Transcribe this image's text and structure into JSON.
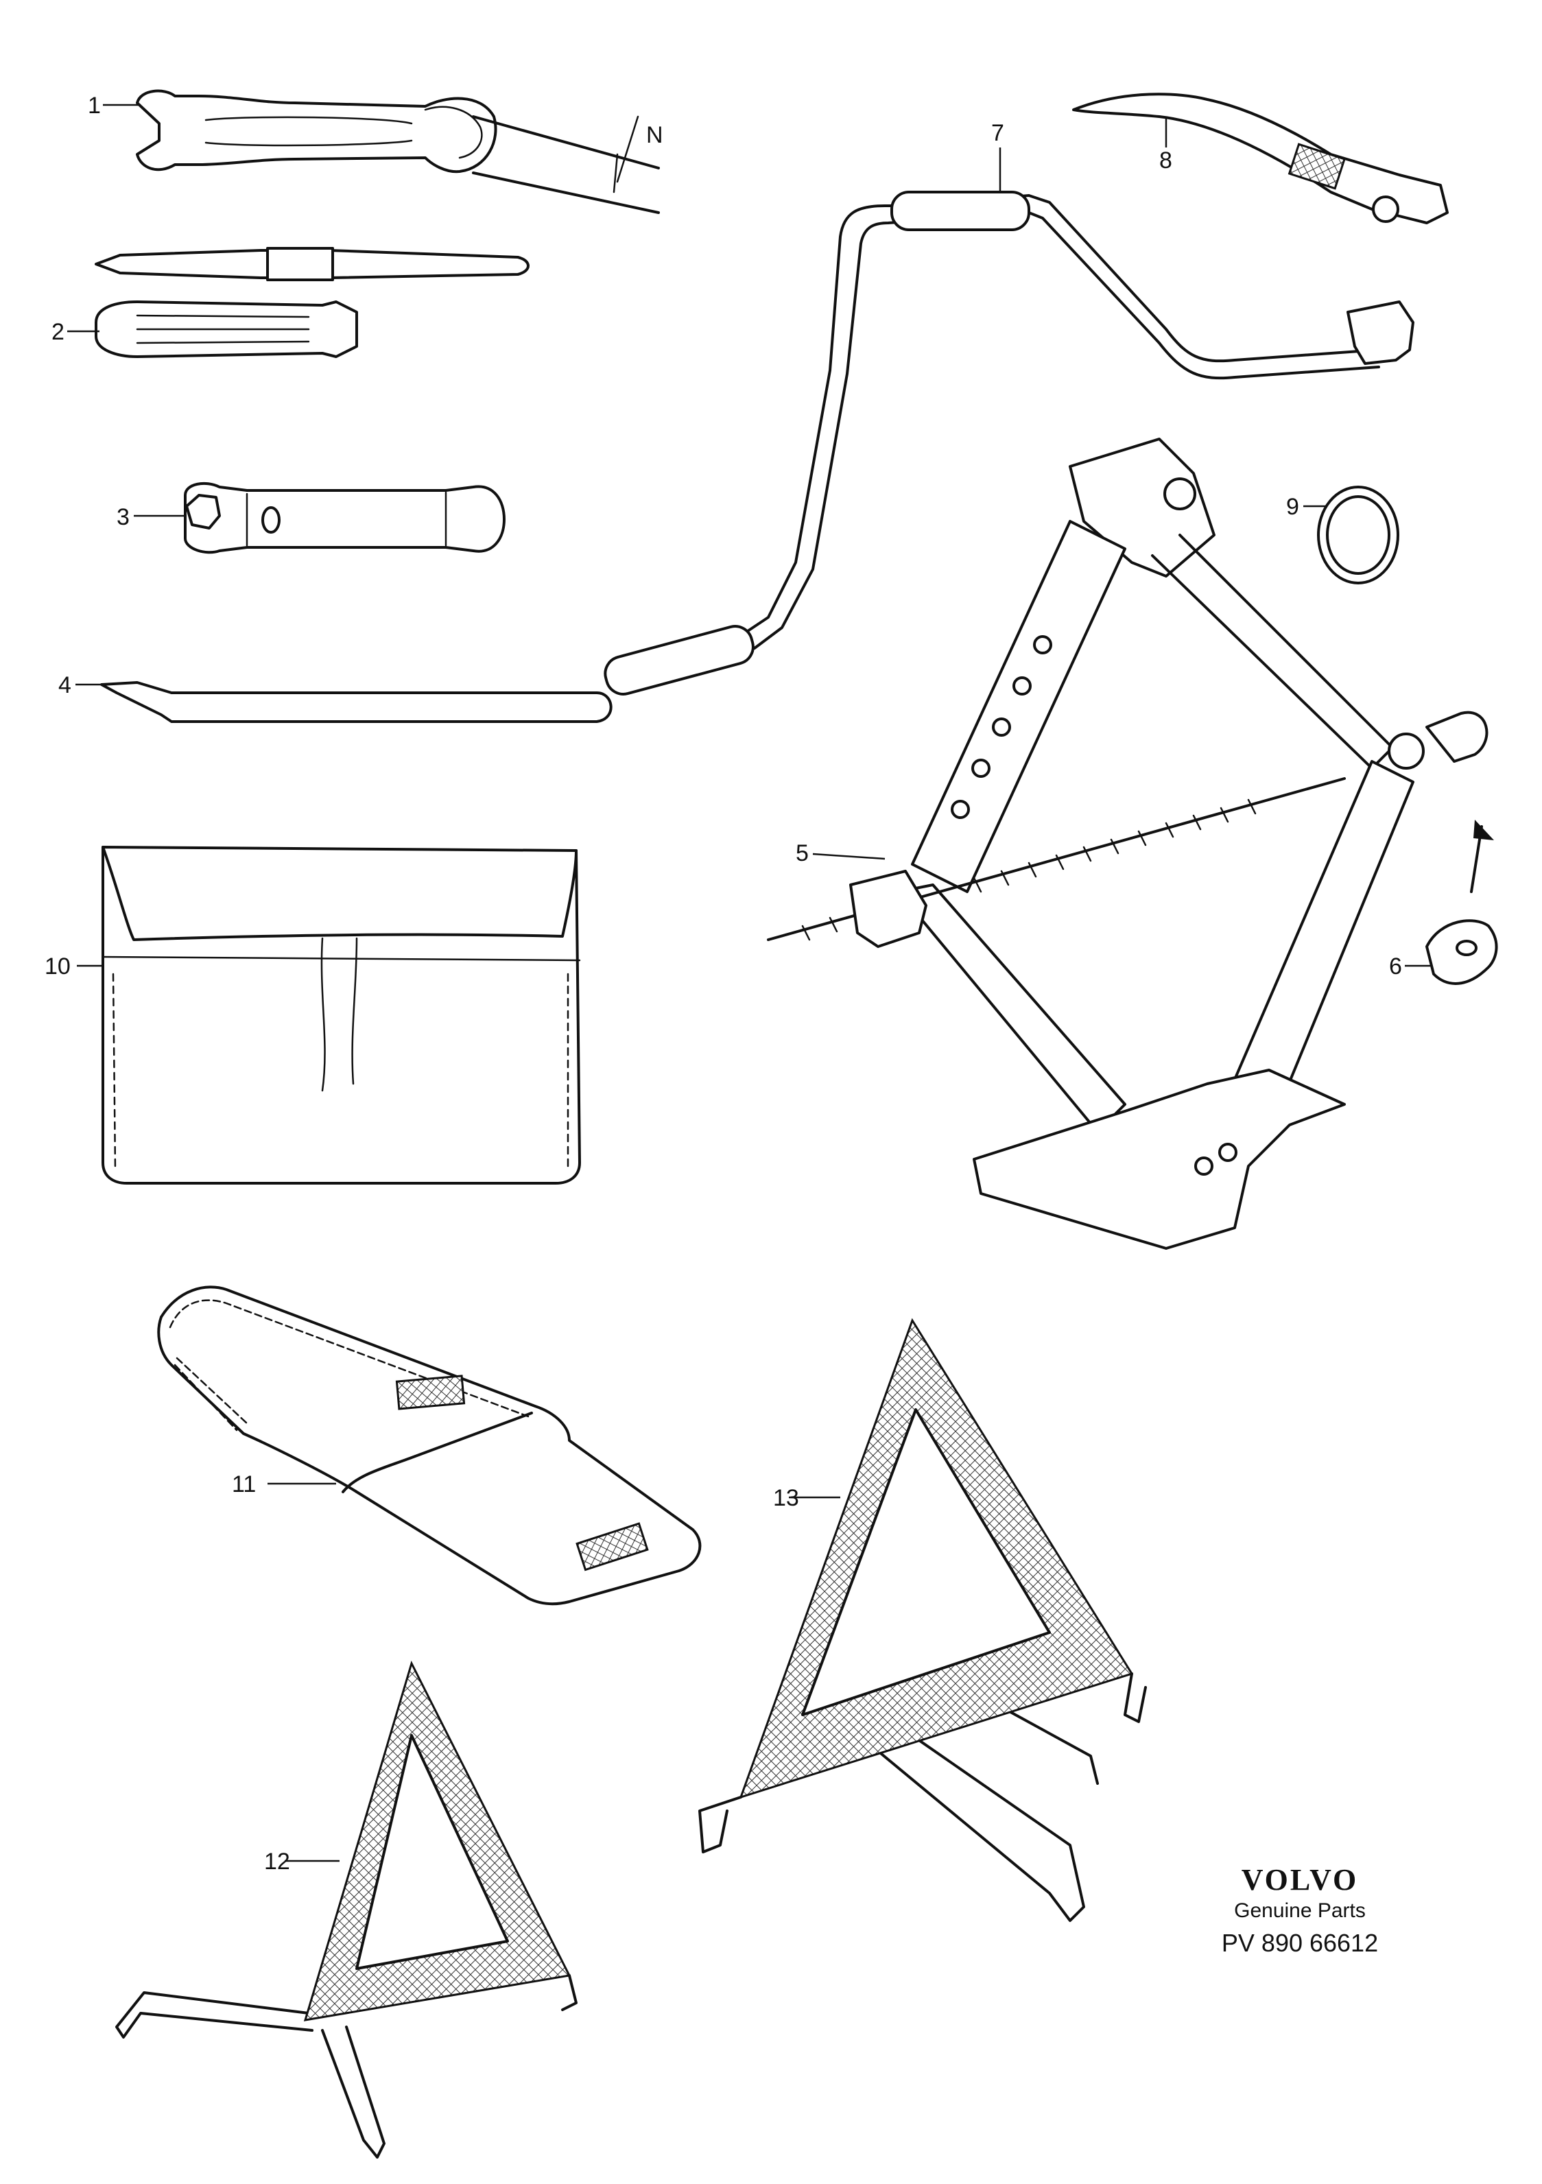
{
  "callouts": {
    "wrench": "1",
    "screwdriver": "2",
    "box_spanner": "3",
    "tyre_lever": "4",
    "jack_screw": "5",
    "knob": "6",
    "crank_handle": "7",
    "strap": "8",
    "ring": "9",
    "tool_bag": "10",
    "triangle_case": "11",
    "small_triangle": "12",
    "large_triangle": "13"
  },
  "dimension_letter": "N",
  "brand": {
    "logo": "VOLVO",
    "subtitle": "Genuine Parts",
    "reference": "PV 890 66612"
  }
}
